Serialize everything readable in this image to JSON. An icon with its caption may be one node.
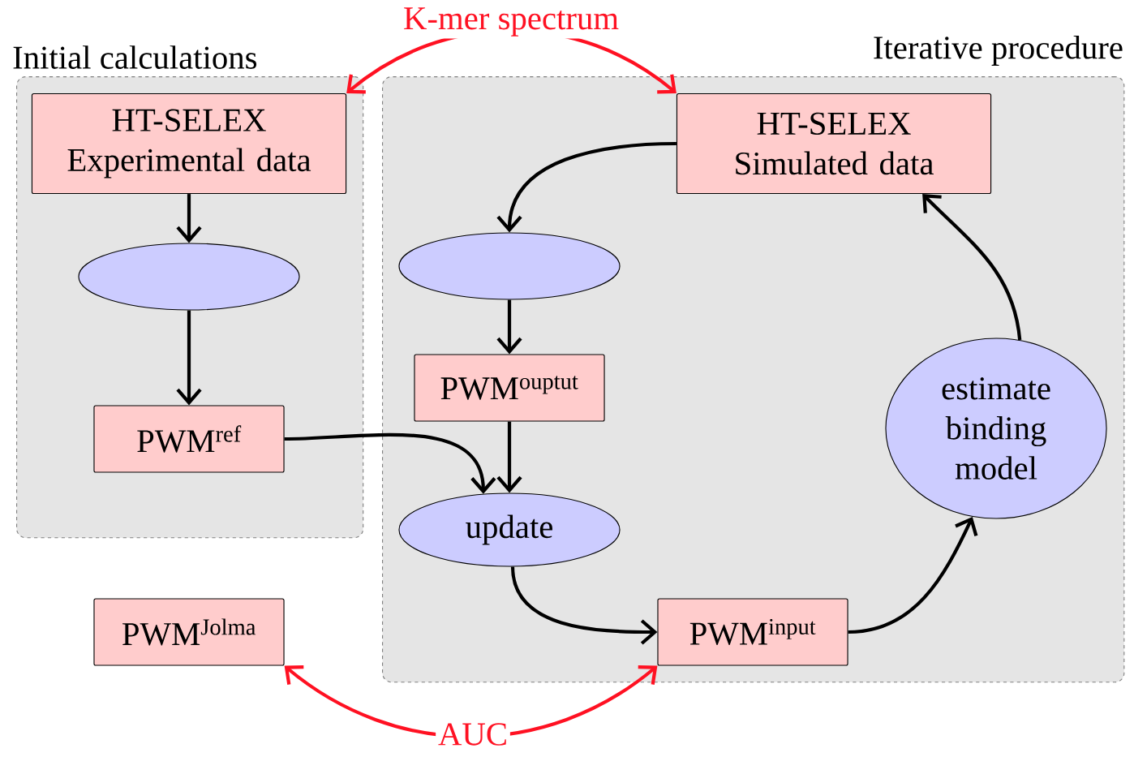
{
  "diagram": {
    "nodes": [
      {
        "text": [
          "Initial calculations"
        ]
      },
      {
        "text": [
          "Iterative procedure"
        ]
      },
      {
        "text": [
          "HT-SELEX Experimental data"
        ],
        "in": 0
      },
      {
        "text": [],
        "shape": "ellipse",
        "in": 0
      },
      {
        "text": [
          "PWM$^{ref}$"
        ],
        "in": 0
      },
      {
        "text": [
          "HT-SELEX Simulated data"
        ],
        "in": 1
      },
      {
        "text": [],
        "shape": "ellipse",
        "in": 1
      },
      {
        "text": [
          "PWM$^{ouptut}$"
        ],
        "in": 1
      },
      {
        "text": [
          "update"
        ],
        "in": 1
      },
      {
        "text": [
          "estimate binding model"
        ],
        "in": 1
      },
      {
        "text": [
          "PWM$^{input}$"
        ],
        "in": 1
      },
      {
        "text": [
          "PWM$^{Jolma}$"
        ]
      }
    ],
    "edges": [
      {
        "from": 2,
        "to": 3,
        "arrow": "to"
      },
      {
        "from": 3,
        "to": 4,
        "arrow": "to"
      },
      {
        "from": 4,
        "to": 8,
        "arrow": "to"
      },
      {
        "from": 5,
        "to": 6,
        "arrow": "to"
      },
      {
        "from": 6,
        "to": 7,
        "arrow": "to"
      },
      {
        "from": 7,
        "to": 8,
        "arrow": "to"
      },
      {
        "from": 8,
        "to": 10,
        "arrow": "to"
      },
      {
        "from": 10,
        "to": 9,
        "arrow": "to"
      },
      {
        "from": 9,
        "to": 5,
        "arrow": "to"
      },
      {
        "from": 2,
        "to": 5,
        "arrow": "both",
        "label": "K-mer spectrum",
        "color": "#ff1122"
      },
      {
        "from": 11,
        "to": 10,
        "arrow": "both",
        "label": "AUC",
        "color": "#ff1122"
      }
    ]
  }
}
